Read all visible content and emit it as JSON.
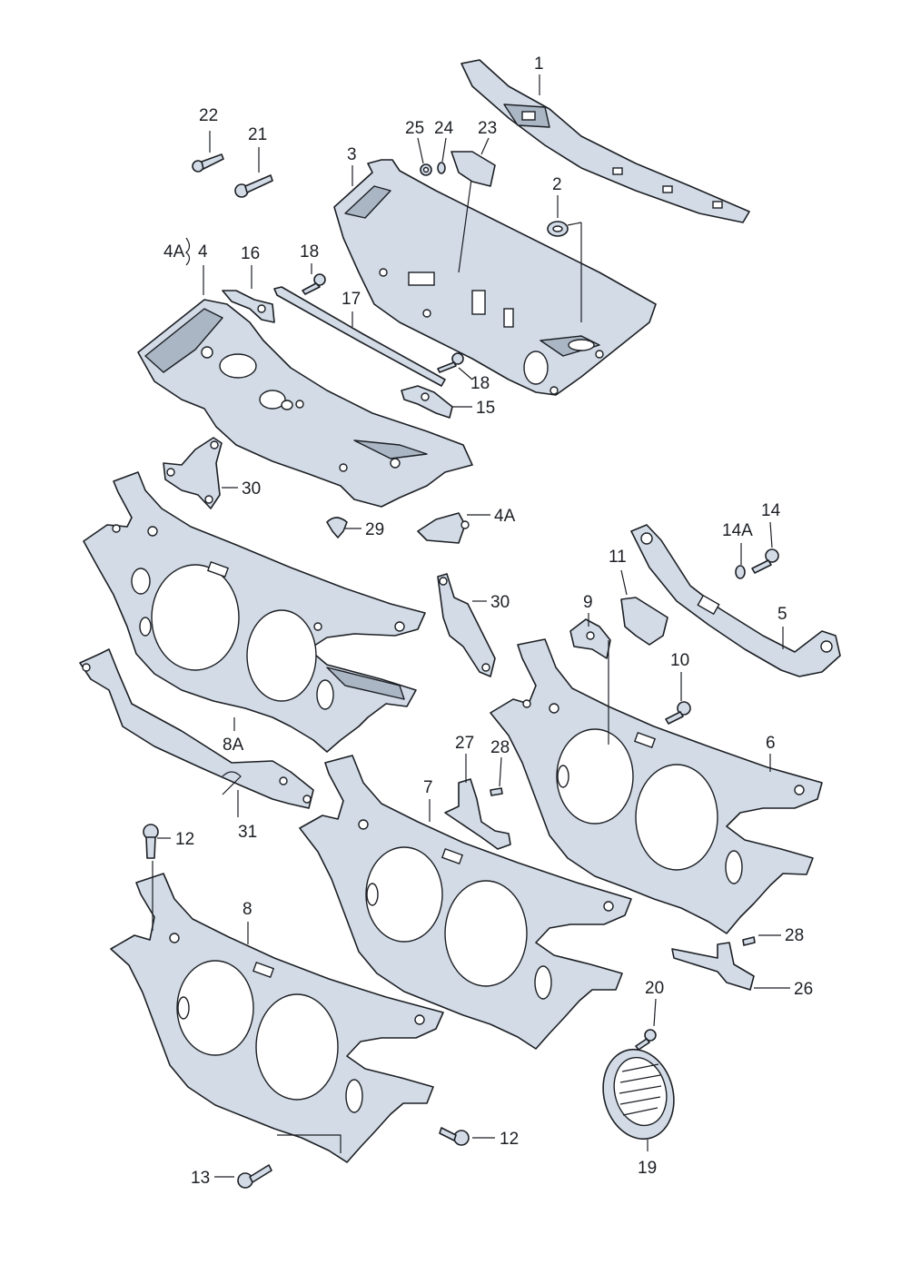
{
  "labels": {
    "l1": "1",
    "l2": "2",
    "l3": "3",
    "l4": "4",
    "l4a_top": "4A",
    "l4a_bottom": "4A",
    "l5": "5",
    "l6": "6",
    "l7": "7",
    "l8": "8",
    "l8a": "8A",
    "l9": "9",
    "l10": "10",
    "l11": "11",
    "l12_top": "12",
    "l12_bottom": "12",
    "l13": "13",
    "l14": "14",
    "l14a": "14A",
    "l15": "15",
    "l16": "16",
    "l17": "17",
    "l18_top": "18",
    "l18_mid": "18",
    "l19": "19",
    "l20": "20",
    "l21": "21",
    "l22": "22",
    "l23": "23",
    "l24": "24",
    "l25": "25",
    "l26": "26",
    "l27": "27",
    "l28_top": "28",
    "l28_bottom": "28",
    "l29": "29",
    "l30_left": "30",
    "l30_right": "30",
    "l31": "31"
  },
  "colors": {
    "part_fill": "#d2dbe6",
    "line": "#1c1f24",
    "background": "#ffffff"
  }
}
